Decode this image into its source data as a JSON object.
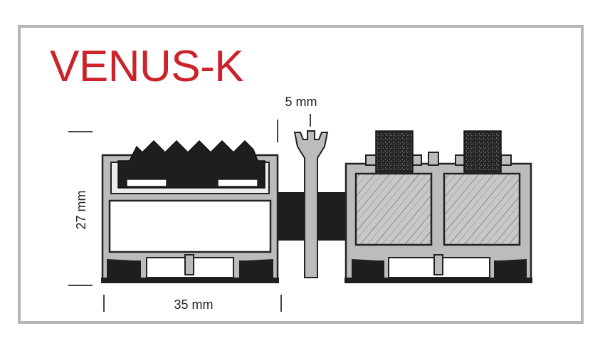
{
  "title": "VENUS-K",
  "dimensions": {
    "gap": "5 mm",
    "height": "27 mm",
    "width": "35 mm"
  },
  "colors": {
    "title": "#cc2229",
    "frame": "#b5b5b5",
    "profile": "#bcbcbc",
    "outline": "#222222",
    "insert": "#1e1e1e",
    "wood": "#c6c6c6"
  }
}
